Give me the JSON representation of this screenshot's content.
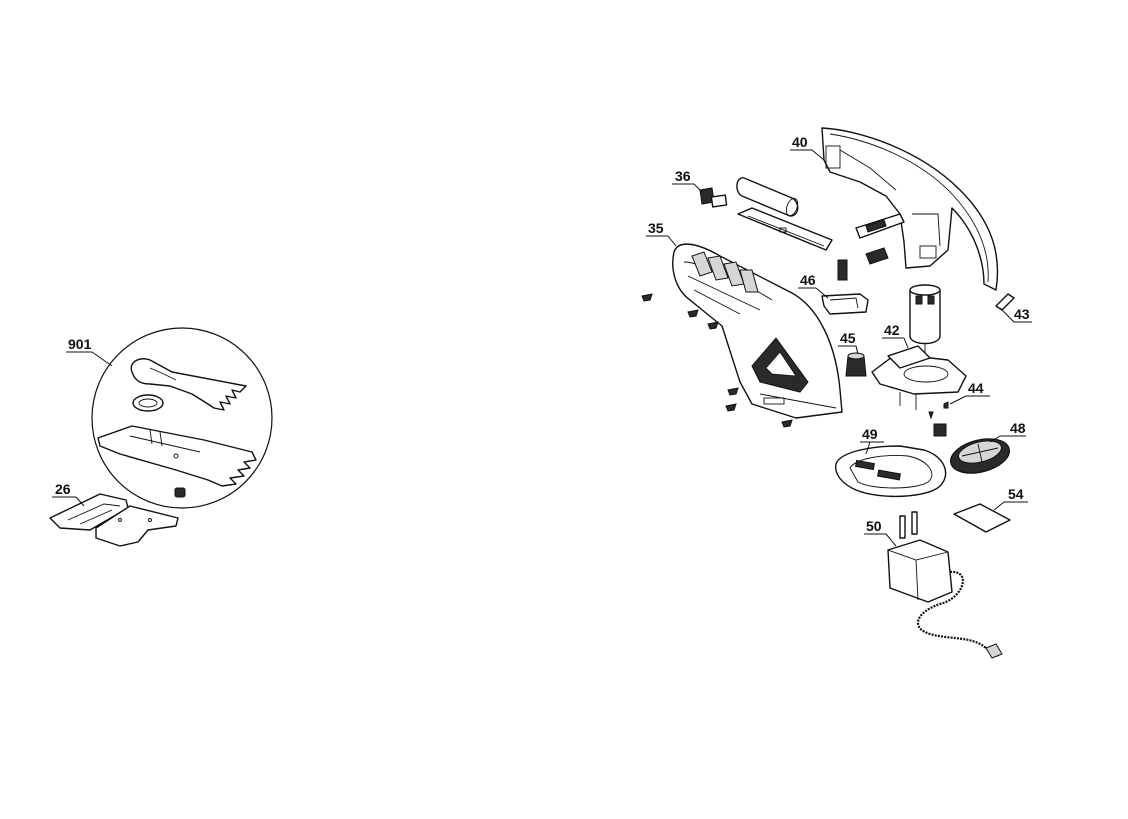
{
  "parts": {
    "p901": "901",
    "p26": "26",
    "p35": "35",
    "p36": "36",
    "p40": "40",
    "p42": "42",
    "p43": "43",
    "p44": "44",
    "p45": "45",
    "p46": "46",
    "p48": "48",
    "p49": "49",
    "p50": "50",
    "p54": "54"
  }
}
